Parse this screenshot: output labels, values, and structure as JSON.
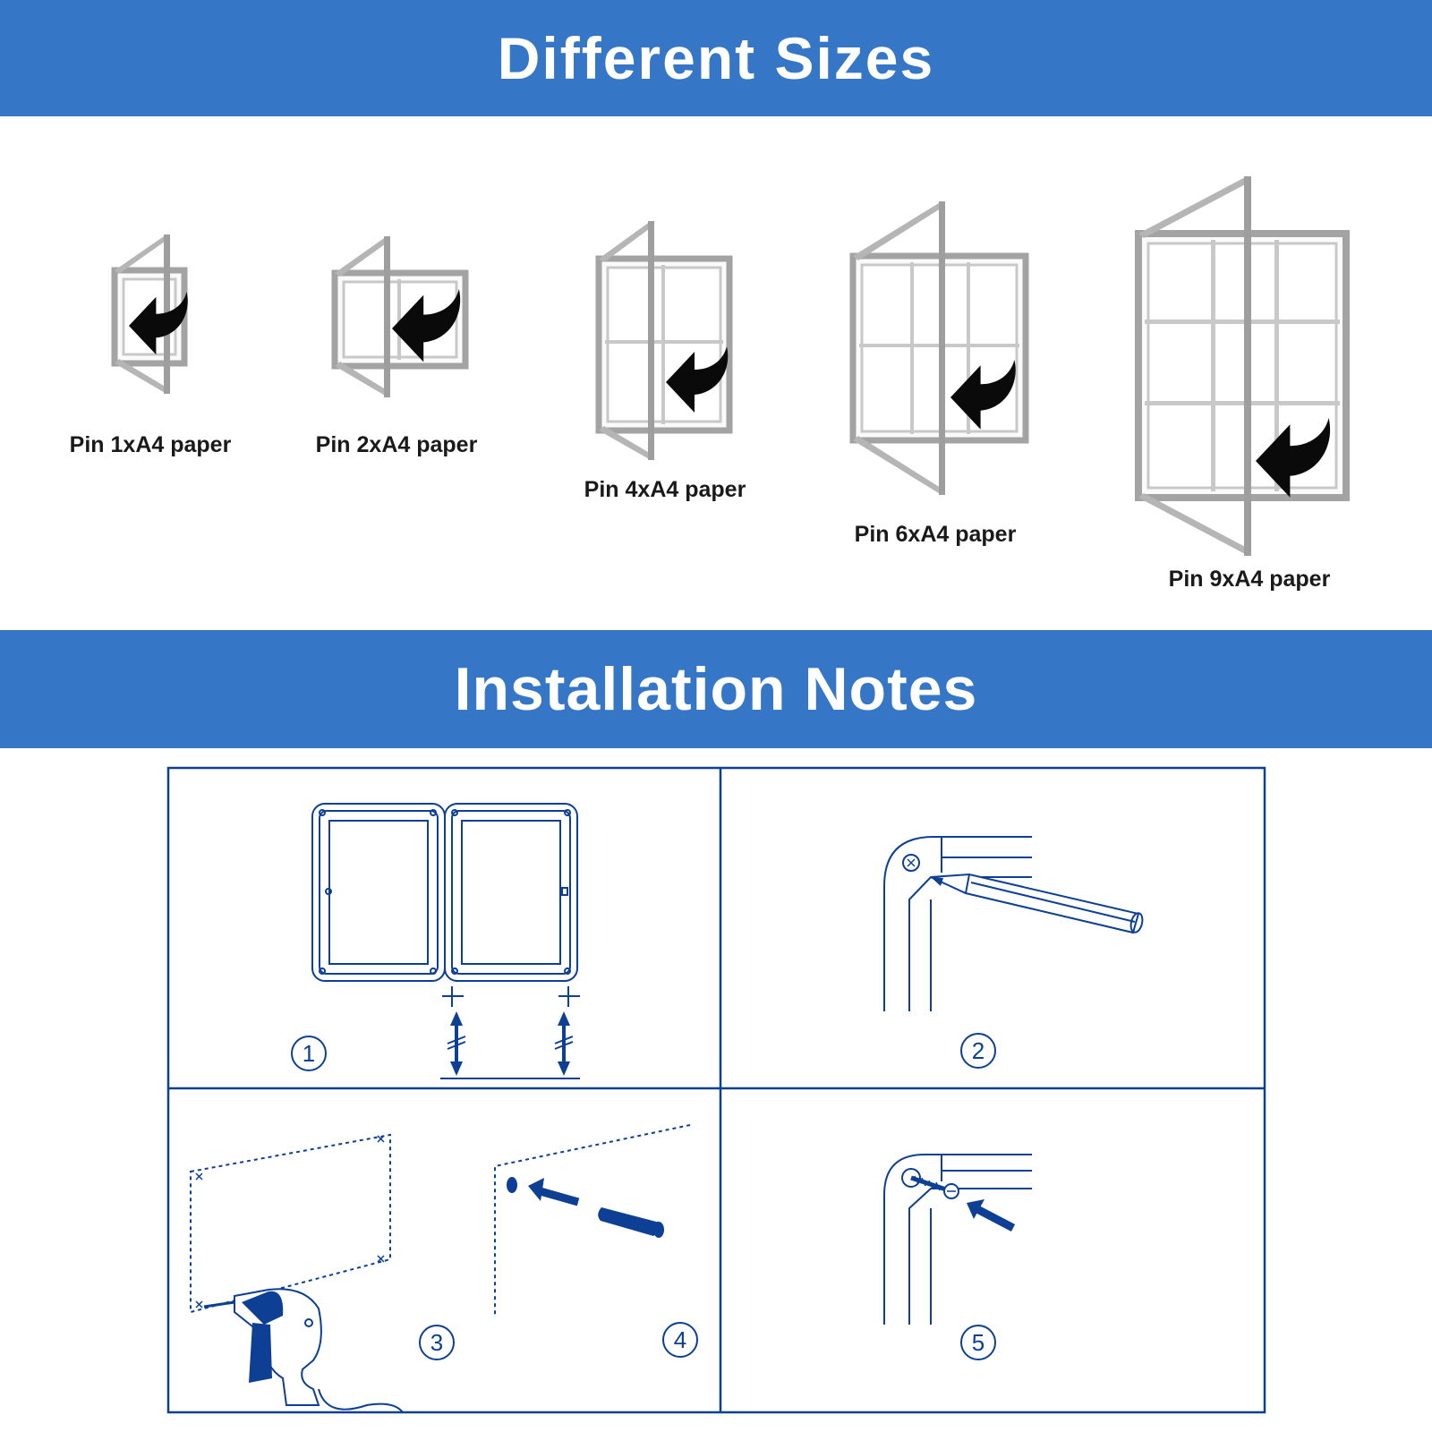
{
  "theme": {
    "banner_color": "#3577c6",
    "frame_gray": "#a3a3a3",
    "line_blue": "#0d3f94"
  },
  "sections": {
    "sizes_title": "Different Sizes",
    "install_title": "Installation Notes"
  },
  "sizes": [
    {
      "label": "Pin 1xA4 paper"
    },
    {
      "label": "Pin 2xA4 paper"
    },
    {
      "label": "Pin 4xA4 paper"
    },
    {
      "label": "Pin 6xA4 paper"
    },
    {
      "label": "Pin 9xA4 paper"
    }
  ],
  "steps": [
    {
      "number": "1"
    },
    {
      "number": "2"
    },
    {
      "number": "3"
    },
    {
      "number": "4"
    },
    {
      "number": "5"
    }
  ]
}
